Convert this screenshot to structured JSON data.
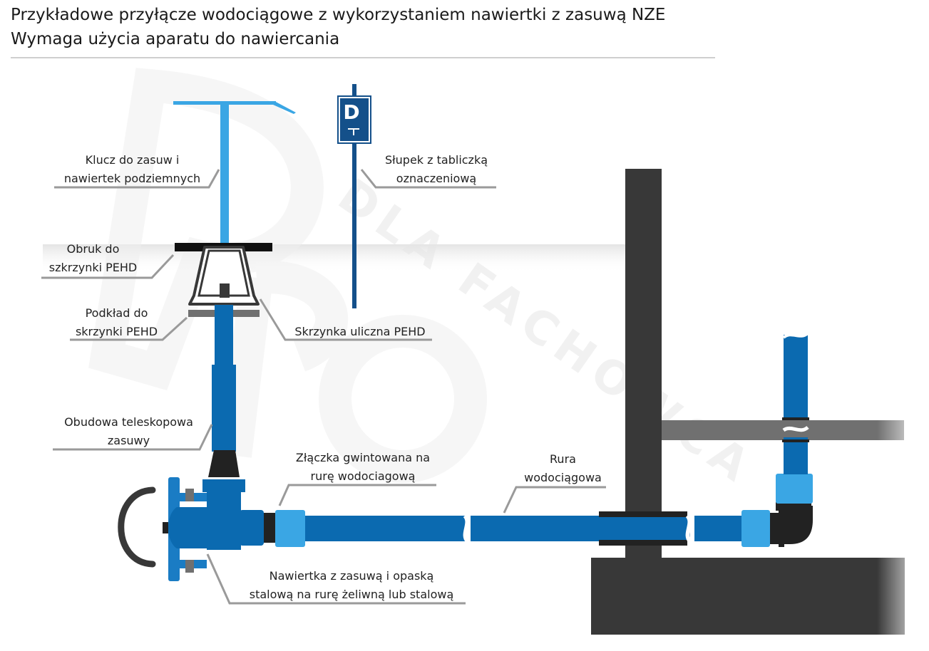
{
  "title": {
    "line1": "Przykładowe przyłącze wodociągowe z wykorzystaniem nawiertki z zasuwą NZE",
    "line2": "Wymaga użycia aparatu do nawiercania"
  },
  "sign": {
    "letter": "D"
  },
  "watermark": {
    "text": "DLA FACHOWCA"
  },
  "labels": {
    "klucz": [
      "Klucz do zasuw i",
      "nawiertek podziemnych"
    ],
    "slupek": [
      "Słupek z tabliczką",
      "oznaczeniową"
    ],
    "obruk": [
      "Obruk do",
      "szkrzynki PEHD"
    ],
    "podklad": [
      "Podkład do",
      "skrzynki PEHD"
    ],
    "skrzynka": [
      "Skrzynka uliczna PEHD"
    ],
    "obudowa": [
      "Obudowa teleskopowa",
      "zasuwy"
    ],
    "zlaczka": [
      "Złączka gwintowana na",
      "rurę wodociagową"
    ],
    "rura": [
      "Rura",
      "wodociągowa"
    ],
    "nawiertka": [
      "Nawiertka z zasuwą i opaską",
      "stalową na rurę żeliwną lub stalową"
    ]
  },
  "colors": {
    "blue_dark": "#0b6ab0",
    "blue_mid": "#1a7cc4",
    "blue_light": "#3aa6e4",
    "navy": "#14508a",
    "dark": "#383838",
    "black": "#111111",
    "grey": "#707070",
    "ground": "#e8e8e8",
    "leader": "#9a9a9a",
    "watermark": "#ececec"
  }
}
